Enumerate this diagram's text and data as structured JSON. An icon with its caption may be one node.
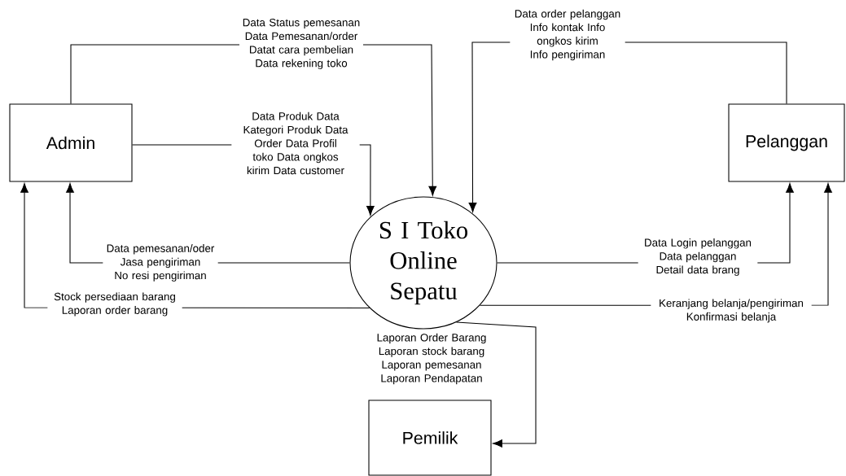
{
  "diagram": {
    "nodes": [
      {
        "text": [
          "Admin"
        ]
      },
      {
        "text": [
          "S I Toko Online Sepatu"
        ]
      },
      {
        "text": [
          "Pelanggan"
        ]
      },
      {
        "text": [
          "Pemilik"
        ]
      }
    ],
    "edges": [
      {
        "from": 0,
        "to": 1,
        "arrow": "to",
        "label": "Data Status pemesanan Data Pemesanan/order Datat cara pembelian Data rekening toko"
      },
      {
        "from": 0,
        "to": 1,
        "arrow": "to",
        "label": "Data Produk Data Kategori Produk Data Order Data Profil toko Data ongkos kirim Data customer"
      },
      {
        "from": 1,
        "to": 0,
        "arrow": "to",
        "label": "Data pemesanan/oder Jasa pengiriman No resi pengiriman"
      },
      {
        "from": 1,
        "to": 0,
        "arrow": "to",
        "label": "Stock persediaan barang Laporan order barang"
      },
      {
        "from": 2,
        "to": 1,
        "arrow": "to",
        "label": "Data order pelanggan Info kontak Info ongkos kirim Info pengiriman"
      },
      {
        "from": 1,
        "to": 2,
        "arrow": "to",
        "label": "Data Login pelanggan Data pelanggan Detail data brang"
      },
      {
        "from": 1,
        "to": 2,
        "arrow": "to",
        "label": "Keranjang belanja/pengiriman Konfirmasi belanja"
      },
      {
        "from": 1,
        "to": 3,
        "arrow": "to",
        "label": "Laporan Order Barang Laporan stock barang Laporan pemesanan Laporan Pendapatan"
      }
    ]
  }
}
